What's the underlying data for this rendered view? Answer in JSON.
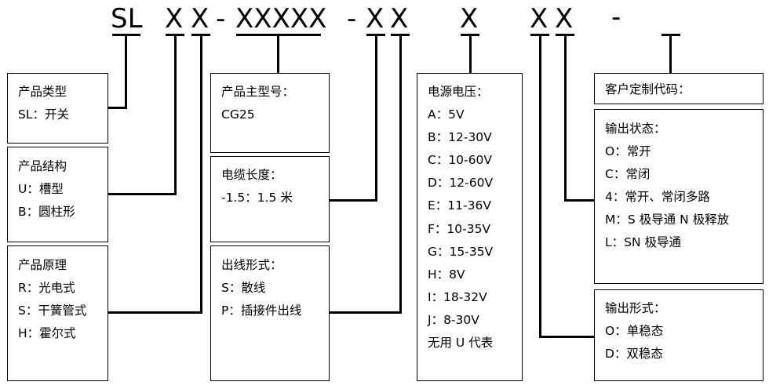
{
  "code": {
    "sl": "SL",
    "x1": "X",
    "x2": "X",
    "dash1": "-",
    "main": "XXXXX",
    "dash2": "-",
    "x3": "X",
    "x4": "X",
    "x5": "X",
    "x6": "X",
    "x7": "X",
    "dash3": "-"
  },
  "boxes": {
    "product_type": {
      "title": "产品类型",
      "items": [
        "SL：开关"
      ]
    },
    "product_structure": {
      "title": "产品结构",
      "items": [
        "U：槽型",
        "B：圆柱形"
      ]
    },
    "product_principle": {
      "title": "产品原理",
      "items": [
        "R：光电式",
        "S：干簧管式",
        "H：霍尔式"
      ]
    },
    "main_model": {
      "title": "产品主型号：",
      "items": [
        "CG25"
      ]
    },
    "cable_length": {
      "title": "电缆长度：",
      "items": [
        "-1.5：1.5 米"
      ]
    },
    "outlet_form": {
      "title": "出线形式：",
      "items": [
        "S：散线",
        "P：插接件出线"
      ]
    },
    "supply_voltage": {
      "title": "电源电压：",
      "items": [
        "A：5V",
        "B：12-30V",
        "C：10-60V",
        "D：12-60V",
        "E：11-36V",
        "F：10-35V",
        "G：15-35V",
        "H：8V",
        "I：18-32V",
        "J：8-30V",
        "无用 U 代表"
      ]
    },
    "custom_code": {
      "title": "客户定制代码：",
      "items": []
    },
    "output_state": {
      "title": "输出状态：",
      "items": [
        "O：常开",
        "C：常闭",
        "4：常开、常闭多路",
        "M：S 极导通 N 极释放",
        "L：SN 极导通"
      ]
    },
    "output_form": {
      "title": "输出形式：",
      "items": [
        "O：单稳态",
        "D：双稳态"
      ]
    }
  }
}
